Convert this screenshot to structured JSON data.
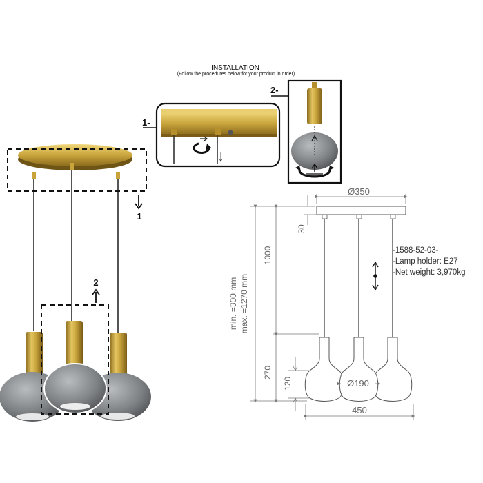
{
  "header": {
    "title": "INSTALLATION",
    "subtitle": "(Follow the procedures below for your product in order)."
  },
  "steps": {
    "step1_label": "1-",
    "step2_label": "2-",
    "marker1": "1",
    "marker2": "2"
  },
  "dimensions": {
    "diameter_canopy": "Ø350",
    "canopy_height": "30",
    "cord_length": "1000",
    "min_length": "min. =300 mm",
    "max_length": "max. =1270 mm",
    "shade_total_height": "270",
    "shade_height": "120",
    "shade_diameter": "Ø190",
    "overall_width": "450"
  },
  "specs": {
    "model": "-1588-52-03-",
    "lamp_holder": "-Lamp holder: E27",
    "net_weight": "-Net weight: 3,970kg"
  },
  "colors": {
    "brass": "#c9a43c",
    "glass": "#8a8d90"
  }
}
